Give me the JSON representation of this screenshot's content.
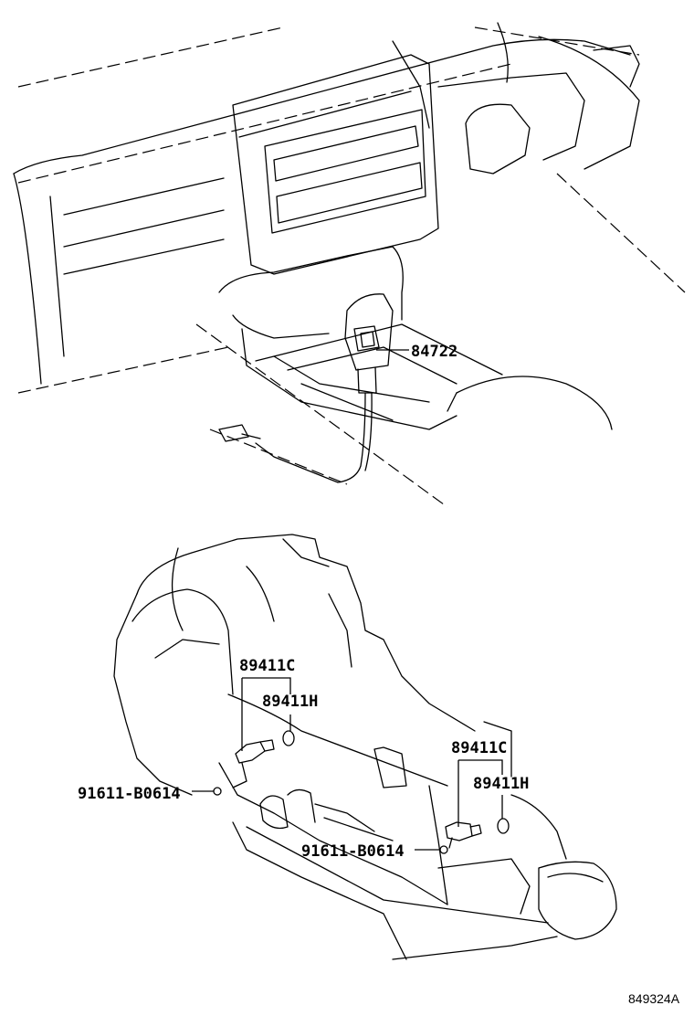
{
  "callouts": {
    "upper_switch": "84722",
    "left_sensor_part": "89411C",
    "left_sensor_ring": "89411H",
    "left_bolt": "91611-B0614",
    "right_sensor_part": "89411C",
    "right_sensor_ring": "89411H",
    "right_bolt": "91611-B0614"
  },
  "reference_number": "849324A"
}
